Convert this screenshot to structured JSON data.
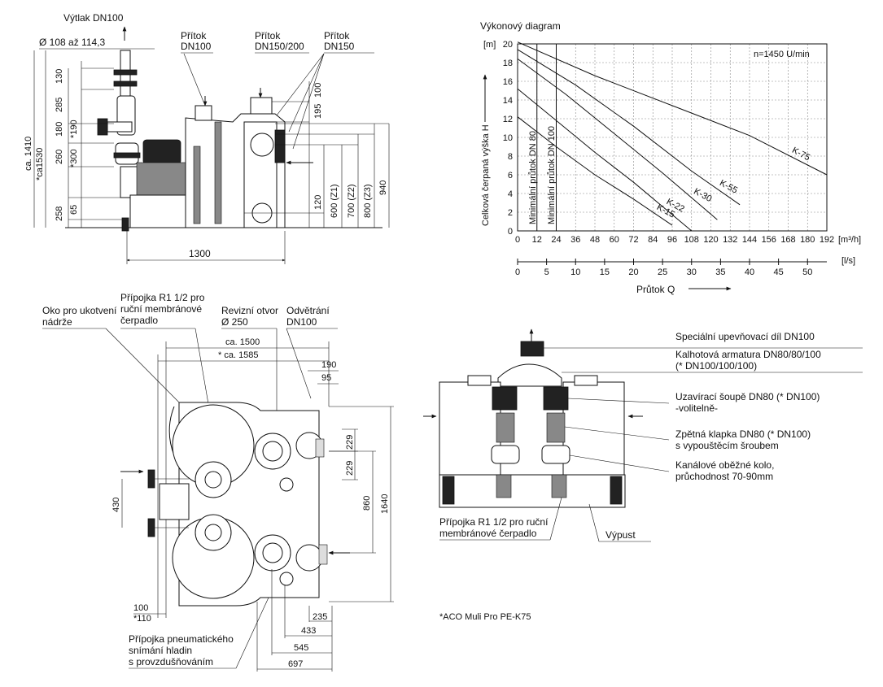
{
  "side_view": {
    "discharge": "Výtlak DN100",
    "pipe_diameter": "Ø 108 až 114,3",
    "inlets": [
      "Přítok\nDN100",
      "Přítok\nDN150/200",
      "Přítok\nDN150"
    ],
    "dims_left": [
      "130",
      "285",
      "180",
      "*190",
      "260",
      "*300",
      "258",
      "65"
    ],
    "dims_height": [
      "ca. 1410",
      "*ca1530"
    ],
    "dims_right": [
      "100",
      "195",
      "120",
      "600 (Z1)",
      "700 (Z2)",
      "800 (Z3)",
      "940"
    ],
    "width": "1300"
  },
  "performance": {
    "title": "Výkonový diagram",
    "ylabel": "Celková čerpaná výška H",
    "yunit": "[m]",
    "xlabel": "Průtok  Q",
    "xunit1": "[m³/h]",
    "xunit2": "[l/s]",
    "note": "n=1450 U/min",
    "min_flow_80": "Minimální průtok DN 80",
    "min_flow_100": "Minimální průtok DN 100"
  },
  "chart_data": {
    "type": "line",
    "title": "Výkonový diagram",
    "ylabel": "Celková čerpaná výška H [m]",
    "xlabel": "Průtok Q [m³/h]",
    "xlim": [
      0,
      192
    ],
    "ylim": [
      0,
      20
    ],
    "xticks": [
      "0",
      "12",
      "24",
      "36",
      "48",
      "60",
      "72",
      "84",
      "96",
      "108",
      "120",
      "132",
      "144",
      "156",
      "168",
      "180",
      "192"
    ],
    "yticks": [
      "0",
      "2",
      "4",
      "6",
      "8",
      "10",
      "12",
      "14",
      "16",
      "18",
      "20"
    ],
    "x2ticks": [
      "0",
      "5",
      "10",
      "15",
      "20",
      "25",
      "30",
      "35",
      "40",
      "45",
      "50"
    ],
    "series": [
      {
        "name": "K-75",
        "x": [
          0,
          48,
          96,
          144,
          192
        ],
        "y": [
          20.2,
          16.6,
          13.4,
          10.2,
          6.0
        ]
      },
      {
        "name": "K-55",
        "x": [
          0,
          36,
          72,
          108,
          138
        ],
        "y": [
          19.4,
          15.6,
          11.2,
          6.4,
          2.8
        ]
      },
      {
        "name": "K-30",
        "x": [
          0,
          30,
          60,
          90,
          124
        ],
        "y": [
          18.4,
          14.6,
          10.4,
          6.2,
          1.2
        ]
      },
      {
        "name": "K-22",
        "x": [
          0,
          24,
          48,
          72,
          108
        ],
        "y": [
          15.2,
          11.8,
          8.4,
          5.2,
          0.0
        ]
      },
      {
        "name": "K-15",
        "x": [
          0,
          24,
          48,
          72,
          96
        ],
        "y": [
          12.2,
          9.0,
          6.0,
          3.4,
          0.6
        ]
      }
    ]
  },
  "plan_view": {
    "callouts": [
      "Oko pro ukotvení\nnádrže",
      "Přípojka R1 1/2 pro\nruční membránové\nčerpadlo",
      "Revizní otvor\nØ 250",
      "Odvětrání\nDN100"
    ],
    "dims_top": [
      "ca. 1500",
      "* ca. 1585",
      "190",
      "95"
    ],
    "dims_side": [
      "229",
      "229",
      "430",
      "860",
      "1640"
    ],
    "dims_bottom": [
      "100",
      "*110",
      "235",
      "433",
      "545",
      "697"
    ],
    "pneumatic": "Přípojka pneumatického\nsnímání hladin\ns provzdušňováním"
  },
  "front_view": {
    "labels": [
      "Speciální upevňovací díl DN100",
      "Kalhotová armatura DN80/80/100\n(* DN100/100/100)",
      "Uzavírací šoupě DN80 (* DN100)\n-volitelně-",
      "Zpětná klapka DN80 (* DN100)\ns vypouštěcím šroubem",
      "Kanálové oběžné kolo,\nprůchodnost 70-90mm"
    ],
    "manual_pump": "Přípojka R1 1/2 pro ruční\nmembránové čerpadlo",
    "drain": "Výpust"
  },
  "footnote": "*ACO Muli Pro PE-K75"
}
